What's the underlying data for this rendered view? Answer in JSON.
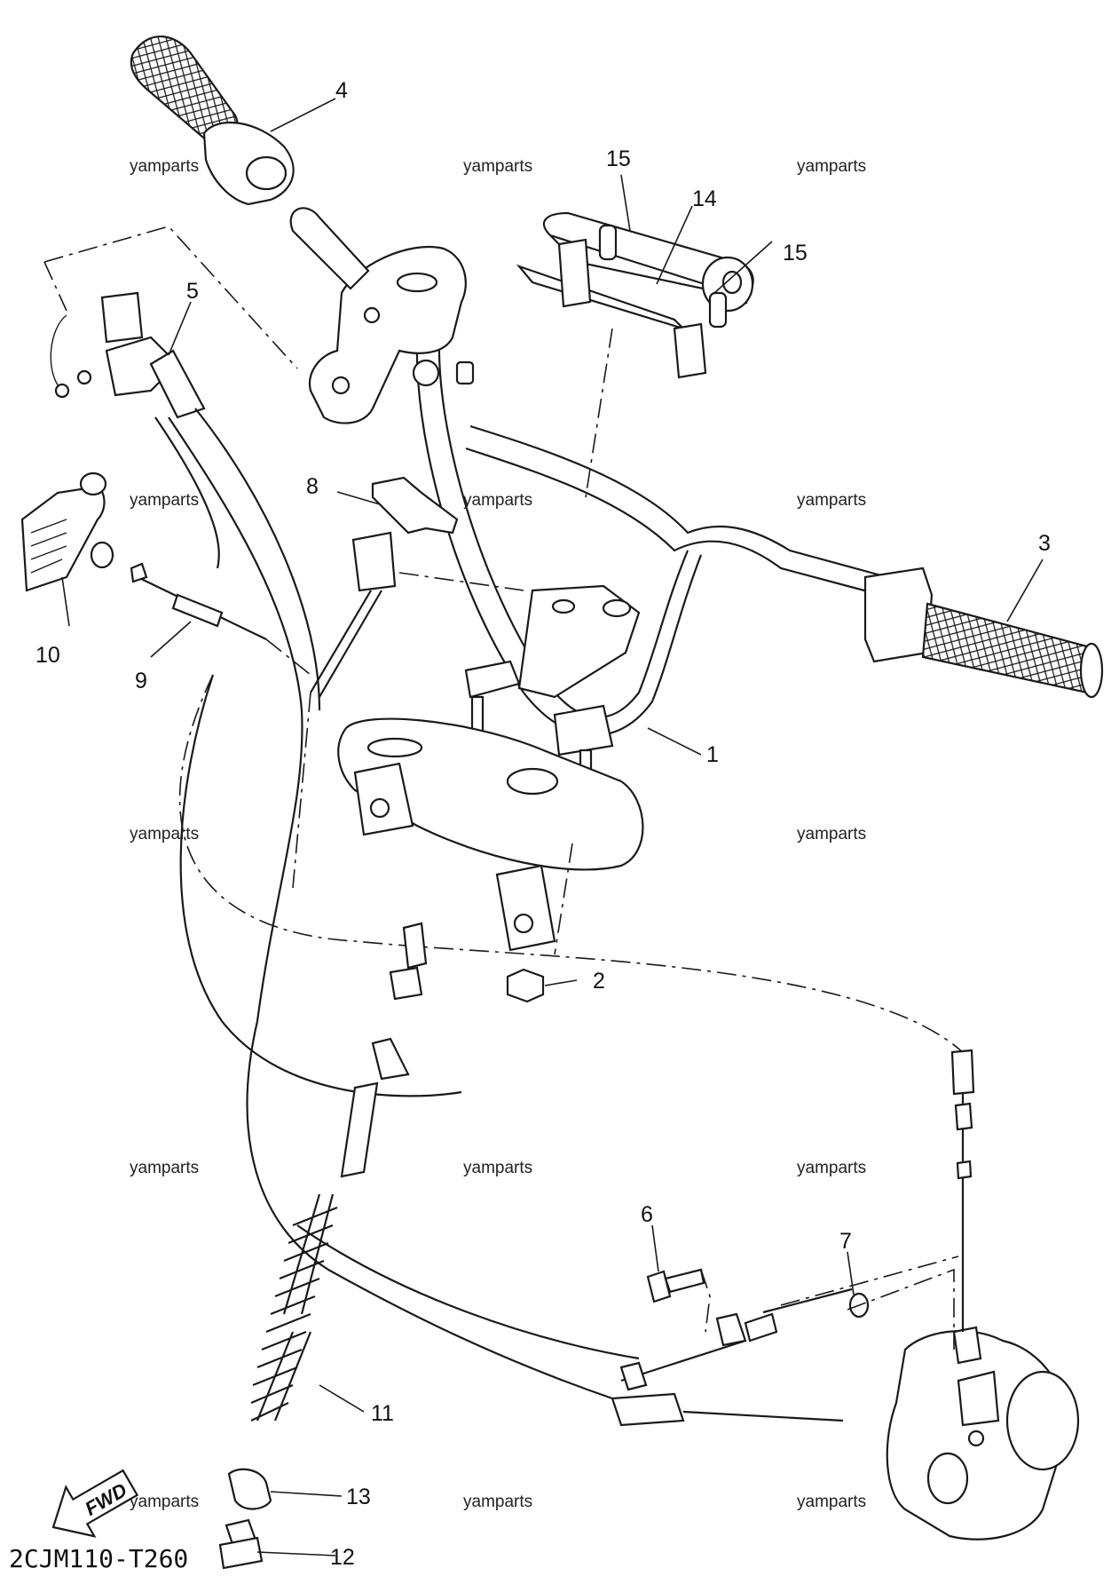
{
  "diagram_code": "2CJM110-T260",
  "watermark": "yamparts",
  "fwd_label": "FWD",
  "callouts": [
    "1",
    "2",
    "3",
    "4",
    "5",
    "6",
    "7",
    "8",
    "9",
    "10",
    "11",
    "12",
    "13",
    "14",
    "15",
    "15"
  ],
  "colors": {
    "ink": "#1a1a1a",
    "background": "#ffffff"
  }
}
